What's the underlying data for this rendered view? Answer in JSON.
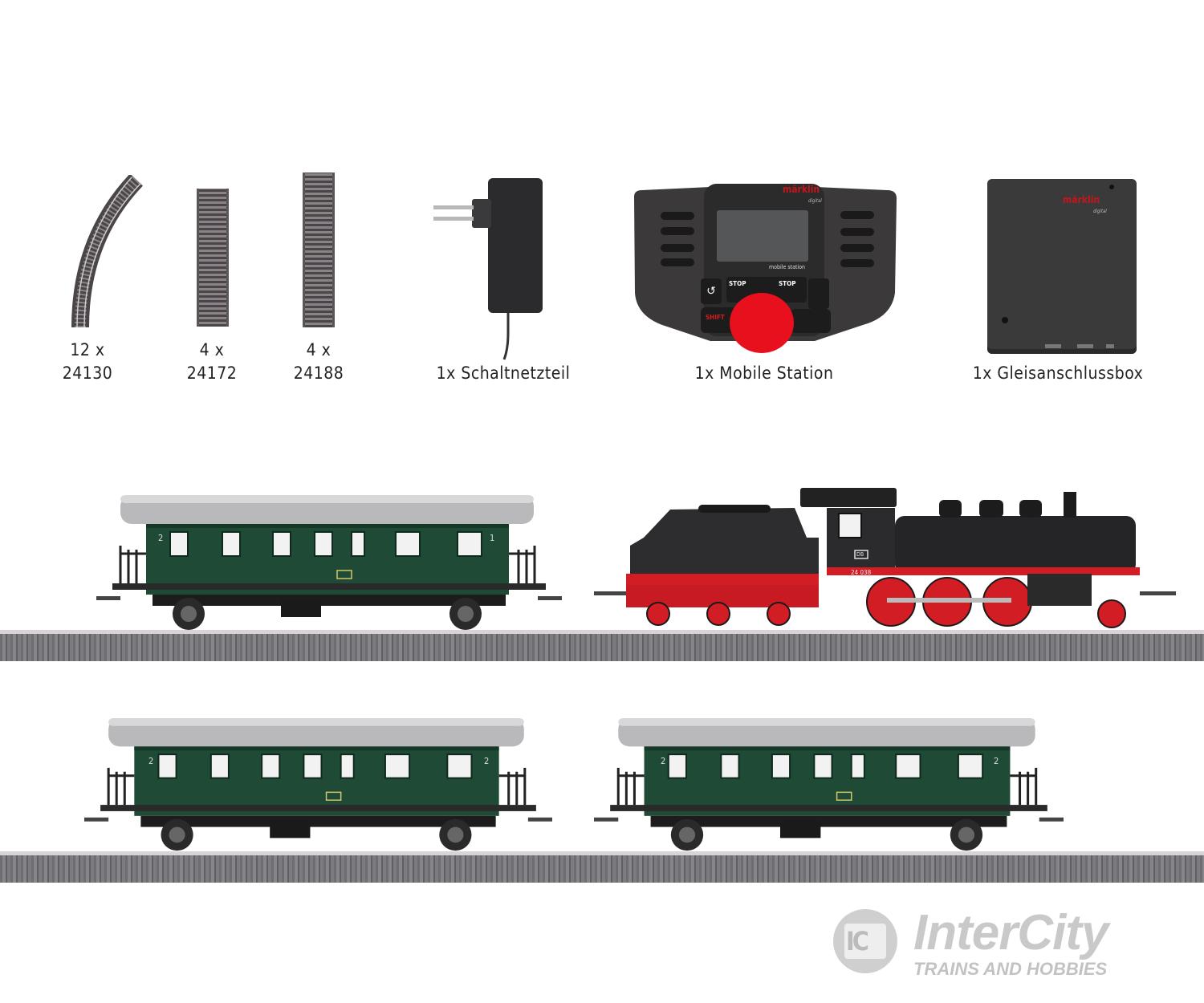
{
  "contents": {
    "track_curved": {
      "qty": "12 x",
      "number": "24130"
    },
    "track_short": {
      "qty": "4 x",
      "number": "24172"
    },
    "track_long": {
      "qty": "4 x",
      "number": "24188"
    },
    "power_supply": {
      "label": "1x Schaltnetzteil"
    },
    "mobile_station": {
      "label": "1x Mobile Station",
      "brand": "märklin",
      "brand_sub": "digital",
      "model": "mobile station",
      "stop_left": "STOP",
      "stop_right": "STOP",
      "shift": "SHIFT"
    },
    "connector_box": {
      "label": "1x Gleisanschlussbox",
      "brand": "märklin",
      "brand_sub": "digital"
    }
  },
  "train": {
    "coach_top": {
      "class_left": "2",
      "class_right": "1"
    },
    "locomotive": {
      "number": "24 038",
      "emblem": "DB"
    },
    "coach_bottom_left": {
      "class_left": "2",
      "class_right": "2"
    },
    "coach_bottom_right": {
      "class_left": "2",
      "class_right": "2"
    }
  },
  "watermark": {
    "name": "InterCity",
    "tagline": "TRAINS AND HOBBIES",
    "emblem": "IC"
  },
  "colors": {
    "coach_green": "#1f4a36",
    "loco_red": "#d21d25",
    "knob_red": "#e8101c",
    "roof_silver": "#b9b9bb"
  }
}
